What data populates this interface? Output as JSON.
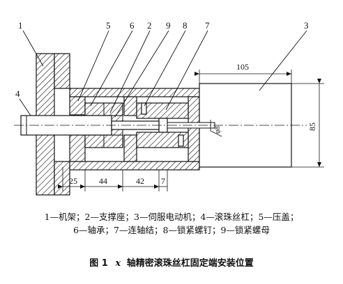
{
  "parts": [
    {
      "num": "1",
      "name": "机架"
    },
    {
      "num": "2",
      "name": "支撑座"
    },
    {
      "num": "3",
      "name": "伺服电动机"
    },
    {
      "num": "4",
      "name": "滚珠丝杠"
    },
    {
      "num": "5",
      "name": "压盖"
    },
    {
      "num": "6",
      "name": "轴承"
    },
    {
      "num": "7",
      "name": "连轴结"
    },
    {
      "num": "8",
      "name": "锁紧螺钉"
    },
    {
      "num": "9",
      "name": "锁紧螺母"
    }
  ],
  "callouts": {
    "c1": "1",
    "c5": "5",
    "c6": "6",
    "c2": "2",
    "c9": "9",
    "c8": "8",
    "c7a": "7",
    "c3": "3",
    "c4": "4"
  },
  "dimensions": {
    "d105": "105",
    "d85": "85",
    "d25": "25",
    "d44": "44",
    "d42": "42",
    "d7": "7",
    "dphi": "φ8"
  },
  "legend": {
    "line1": "1—机架；2—支撑座；3—伺服电动机；4—滚珠丝杠；5—压盖；",
    "line2": "6—轴承；7—连轴结；8—锁紧螺钉；9—锁紧螺母"
  },
  "caption": {
    "fig": "图 1",
    "axis": "x",
    "text": "轴精密滚珠丝杠固定端安装位置"
  }
}
